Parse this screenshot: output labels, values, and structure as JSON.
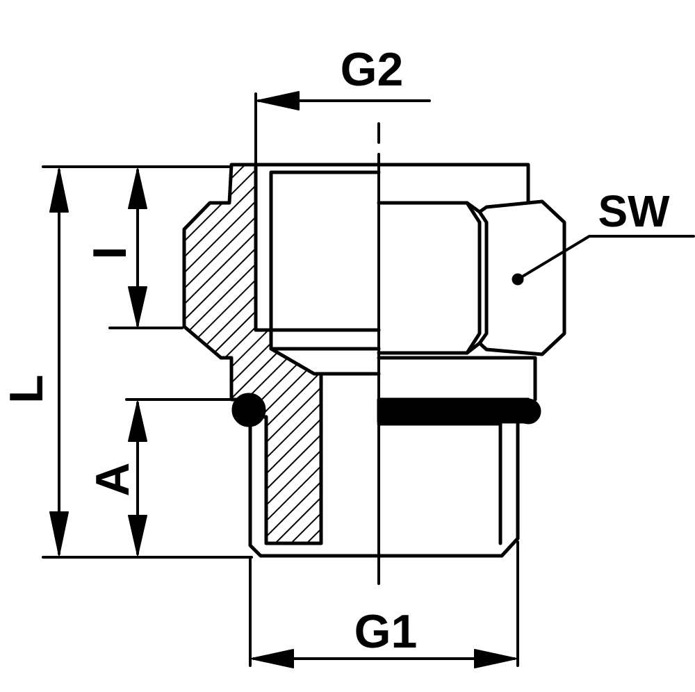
{
  "labels": {
    "g2": "G2",
    "sw": "SW",
    "l": "L",
    "i": "I",
    "a": "A",
    "g1": "G1"
  },
  "colors": {
    "ink": "#000000",
    "paper": "#ffffff"
  }
}
